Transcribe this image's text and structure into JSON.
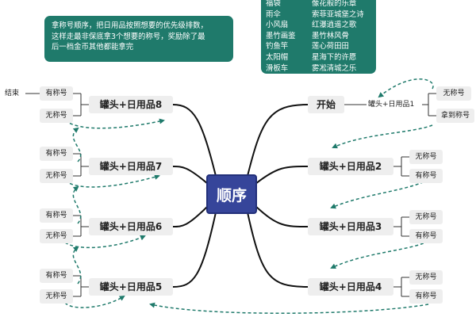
{
  "center": "顺序",
  "note_left": {
    "lines": [
      "拿称号顺序，把日用品按照想要的优先级排数，",
      "这样走最非保底拿3个想要的称号，奖励除了最",
      "后一档金币其他都能拿完"
    ]
  },
  "note_right": {
    "rows": [
      [
        "福袋",
        "像花般的乐章"
      ],
      [
        "雨伞",
        "索菲亚城堡之诗"
      ],
      [
        "小风扇",
        "红瀑逍遥之歌"
      ],
      [
        "墨竹画鉴",
        "墨竹林风骨"
      ],
      [
        "钓鱼竿",
        "莲心荷田田"
      ],
      [
        "太阳帽",
        "星海下的许愿"
      ],
      [
        "滑板车",
        "雾凇清城之乐"
      ]
    ]
  },
  "right_nodes": {
    "start": "开始",
    "start_sub": "罐头+日用品1",
    "start_opt_top": "无称号",
    "start_opt_bottom": "拿到称号",
    "n2": "罐头+日用品2",
    "n3": "罐头+日用品3",
    "n4": "罐头+日用品4",
    "n2_top": "无称号",
    "n2_bottom": "有称号",
    "n3_top": "无称号",
    "n3_bottom": "有称号",
    "n4_top": "无称号",
    "n4_bottom": "有称号"
  },
  "left_nodes": {
    "n8": "罐头+日用品8",
    "n7": "罐头+日用品7",
    "n6": "罐头+日用品6",
    "n5": "罐头+日用品5",
    "n8_top": "有称号",
    "n8_bottom": "无称号",
    "n7_top": "有称号",
    "n7_bottom": "无称号",
    "n6_top": "有称号",
    "n6_bottom": "无称号",
    "n5_top": "有称号",
    "n5_bottom": "无称号",
    "end": "结束"
  }
}
